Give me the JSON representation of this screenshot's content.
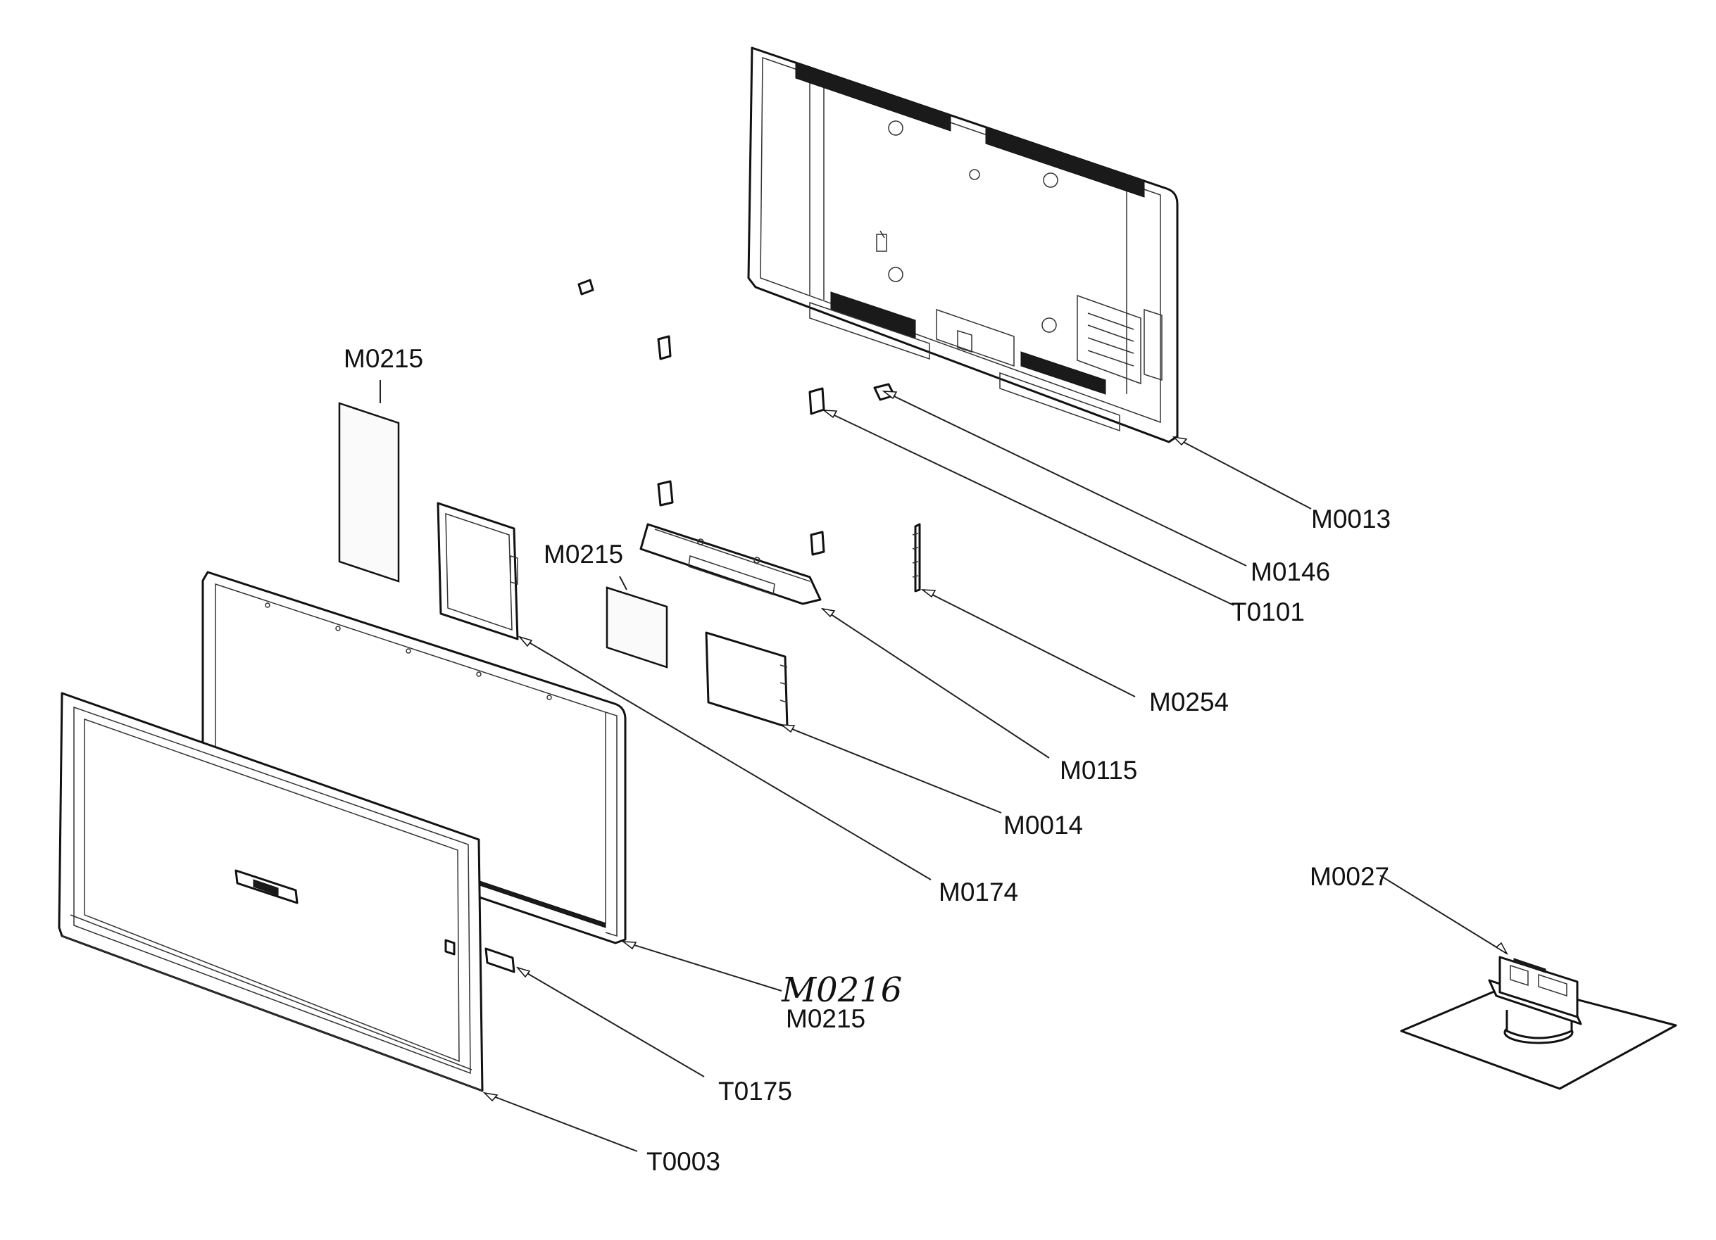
{
  "diagram": {
    "handwritten_label": "M0216",
    "callouts": [
      {
        "id": "m0215-top",
        "label": "M0215"
      },
      {
        "id": "m0215-mid",
        "label": "M0215"
      },
      {
        "id": "m0215-bot",
        "label": "M0215"
      },
      {
        "id": "m0013",
        "label": "M0013"
      },
      {
        "id": "m0146",
        "label": "M0146"
      },
      {
        "id": "t0101",
        "label": "T0101"
      },
      {
        "id": "m0254",
        "label": "M0254"
      },
      {
        "id": "m0115",
        "label": "M0115"
      },
      {
        "id": "m0014",
        "label": "M0014"
      },
      {
        "id": "m0174",
        "label": "M0174"
      },
      {
        "id": "t0175",
        "label": "T0175"
      },
      {
        "id": "t0003",
        "label": "T0003"
      },
      {
        "id": "m0027",
        "label": "M0027"
      }
    ]
  }
}
